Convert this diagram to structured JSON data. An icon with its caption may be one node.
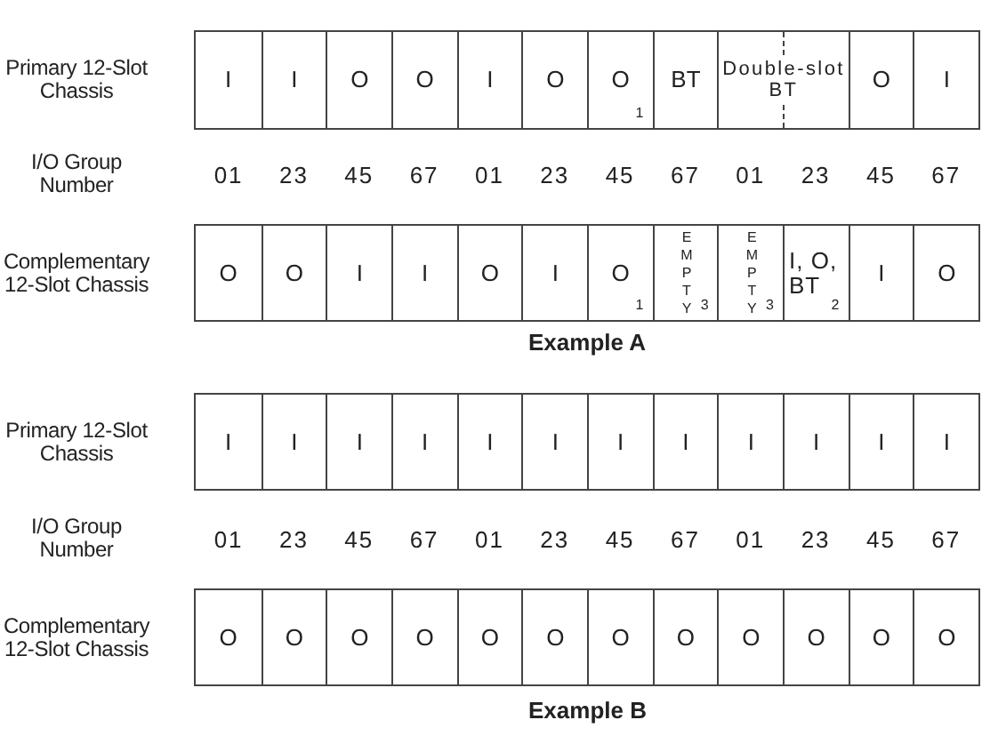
{
  "diagram": {
    "nodes": [
      {
        "text": [
          "Primary 12-Slot Chassis"
        ]
      },
      {
        "text": [
          "I"
        ],
        "in": 0
      },
      {
        "text": [
          "I"
        ],
        "in": 0
      },
      {
        "text": [
          "O"
        ],
        "in": 0
      },
      {
        "text": [
          "O"
        ],
        "in": 0
      },
      {
        "text": [
          "I"
        ],
        "in": 0
      },
      {
        "text": [
          "O"
        ],
        "in": 0
      },
      {
        "text": [
          "O",
          "1"
        ],
        "in": 0
      },
      {
        "text": [
          "BT"
        ],
        "in": 0
      },
      {
        "text": [
          "Double-slot BT"
        ],
        "in": 0
      },
      {
        "text": [
          "O"
        ],
        "in": 0
      },
      {
        "text": [
          "I"
        ],
        "in": 0
      },
      {
        "text": [
          "Complementary 12-Slot Chassis"
        ]
      },
      {
        "text": [
          "O"
        ],
        "in": 12
      },
      {
        "text": [
          "O"
        ],
        "in": 12
      },
      {
        "text": [
          "I"
        ],
        "in": 12
      },
      {
        "text": [
          "I"
        ],
        "in": 12
      },
      {
        "text": [
          "O"
        ],
        "in": 12
      },
      {
        "text": [
          "I"
        ],
        "in": 12
      },
      {
        "text": [
          "O",
          "1"
        ],
        "in": 12
      },
      {
        "text": [
          "EMPTY",
          "3"
        ],
        "in": 12
      },
      {
        "text": [
          "EMPTY",
          "3"
        ],
        "in": 12
      },
      {
        "text": [
          "I, O, BT",
          "2"
        ],
        "in": 12
      },
      {
        "text": [
          "I"
        ],
        "in": 12
      },
      {
        "text": [
          "O"
        ],
        "in": 12
      },
      {
        "text": [
          "Primary 12-Slot Chassis"
        ]
      },
      {
        "text": [
          "I"
        ],
        "in": 25
      },
      {
        "text": [
          "I"
        ],
        "in": 25
      },
      {
        "text": [
          "I"
        ],
        "in": 25
      },
      {
        "text": [
          "I"
        ],
        "in": 25
      },
      {
        "text": [
          "I"
        ],
        "in": 25
      },
      {
        "text": [
          "I"
        ],
        "in": 25
      },
      {
        "text": [
          "I"
        ],
        "in": 25
      },
      {
        "text": [
          "I"
        ],
        "in": 25
      },
      {
        "text": [
          "I"
        ],
        "in": 25
      },
      {
        "text": [
          "I"
        ],
        "in": 25
      },
      {
        "text": [
          "I"
        ],
        "in": 25
      },
      {
        "text": [
          "I"
        ],
        "in": 25
      },
      {
        "text": [
          "Complementary 12-Slot Chassis"
        ]
      },
      {
        "text": [
          "O"
        ],
        "in": 38
      },
      {
        "text": [
          "O"
        ],
        "in": 38
      },
      {
        "text": [
          "O"
        ],
        "in": 38
      },
      {
        "text": [
          "O"
        ],
        "in": 38
      },
      {
        "text": [
          "O"
        ],
        "in": 38
      },
      {
        "text": [
          "O"
        ],
        "in": 38
      },
      {
        "text": [
          "O"
        ],
        "in": 38
      },
      {
        "text": [
          "O"
        ],
        "in": 38
      },
      {
        "text": [
          "O"
        ],
        "in": 38
      },
      {
        "text": [
          "O"
        ],
        "in": 38
      },
      {
        "text": [
          "O"
        ],
        "in": 38
      },
      {
        "text": [
          "O"
        ],
        "in": 38
      }
    ],
    "edges": [],
    "labels": [
      "I/O Group Number",
      "01",
      "23",
      "45",
      "67",
      "01",
      "23",
      "45",
      "67",
      "01",
      "23",
      "45",
      "67",
      "Example A",
      "I/O Group Number",
      "01",
      "23",
      "45",
      "67",
      "01",
      "23",
      "45",
      "67",
      "01",
      "23",
      "45",
      "67",
      "Example B"
    ]
  }
}
